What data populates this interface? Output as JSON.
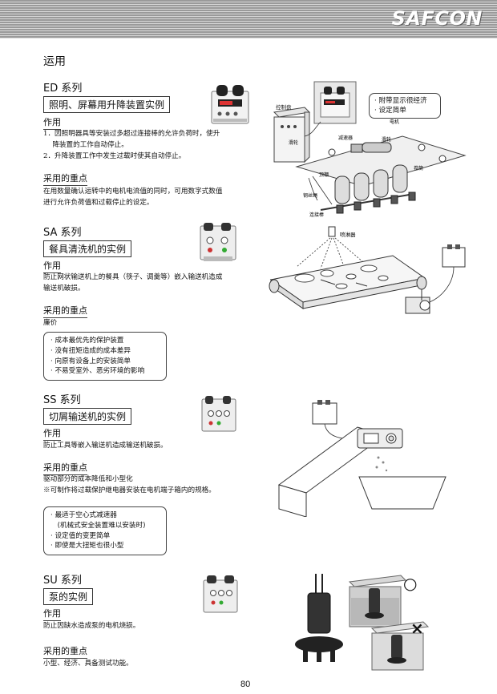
{
  "header": {
    "brand": "SAFCON"
  },
  "page": {
    "title": "运用",
    "number": "80"
  },
  "ed": {
    "title": "ED 系列",
    "example": "照明、屏幕用升降装置实例",
    "usage_heading": "作用",
    "usage": [
      "1．因照明器具等安装过多超过连接棒的允许负荷时，使升",
      "　 降装置的工作自动停止。",
      "2．升降装置工作中发生过载时使其自动停止。"
    ],
    "key_heading": "采用的重点",
    "key": [
      "在用数量确认运转中的电机电流值的同时，可用数字式数值",
      "进行允许负荷值和过载停止的设定。"
    ],
    "diagram": {
      "callout": [
        "· 附带显示很经济",
        "· 设定简单"
      ],
      "labels": {
        "control_panel": "控制盘",
        "reducer": "减速器",
        "motor": "电机",
        "pulley1": "滑轮",
        "pulley2": "滑轮",
        "roller": "卷筒",
        "top_plate": "顶棚",
        "wire": "钢丝绳",
        "connector": "连接棒"
      }
    }
  },
  "sa": {
    "title": "SA 系列",
    "example": "餐具清洗机的实例",
    "usage_heading": "作用",
    "usage": [
      "防止网状输送机上的餐具（筷子、调羹等）嵌入输送机造成",
      "输送机破损。"
    ],
    "key_heading": "采用的重点",
    "key": [
      "廉价"
    ],
    "box": [
      "· 成本最优先的保护装置",
      "· 没有扭矩造成的成本差异",
      "· 向原有设备上的安装简单",
      "· 不易受室外、恶劣环境的影响"
    ],
    "diagram": {
      "sprayer": "喷淋器"
    }
  },
  "ss": {
    "title": "SS 系列",
    "example": "切屑输送机的实例",
    "usage_heading": "作用",
    "usage": [
      "防止工具等嵌入输送机造成输送机破损。"
    ],
    "key_heading": "采用的重点",
    "key": [
      "驱动部分的成本降低和小型化",
      "※可制作将过载保护继电器安装在电机端子箱内的规格。"
    ],
    "box": [
      "· 最适于空心式减速器",
      "　(机械式安全装置难以安装时)",
      "· 设定值的变更简单",
      "· 即使是大扭矩也很小型"
    ]
  },
  "su": {
    "title": "SU 系列",
    "example": "泵的实例",
    "usage_heading": "作用",
    "usage": [
      "防止因缺水造成泵的电机烧损。"
    ],
    "key_heading": "采用的重点",
    "key": [
      "小型、经济、具备测试功能。"
    ],
    "marks": {
      "ok": "○",
      "ng": "×"
    }
  }
}
